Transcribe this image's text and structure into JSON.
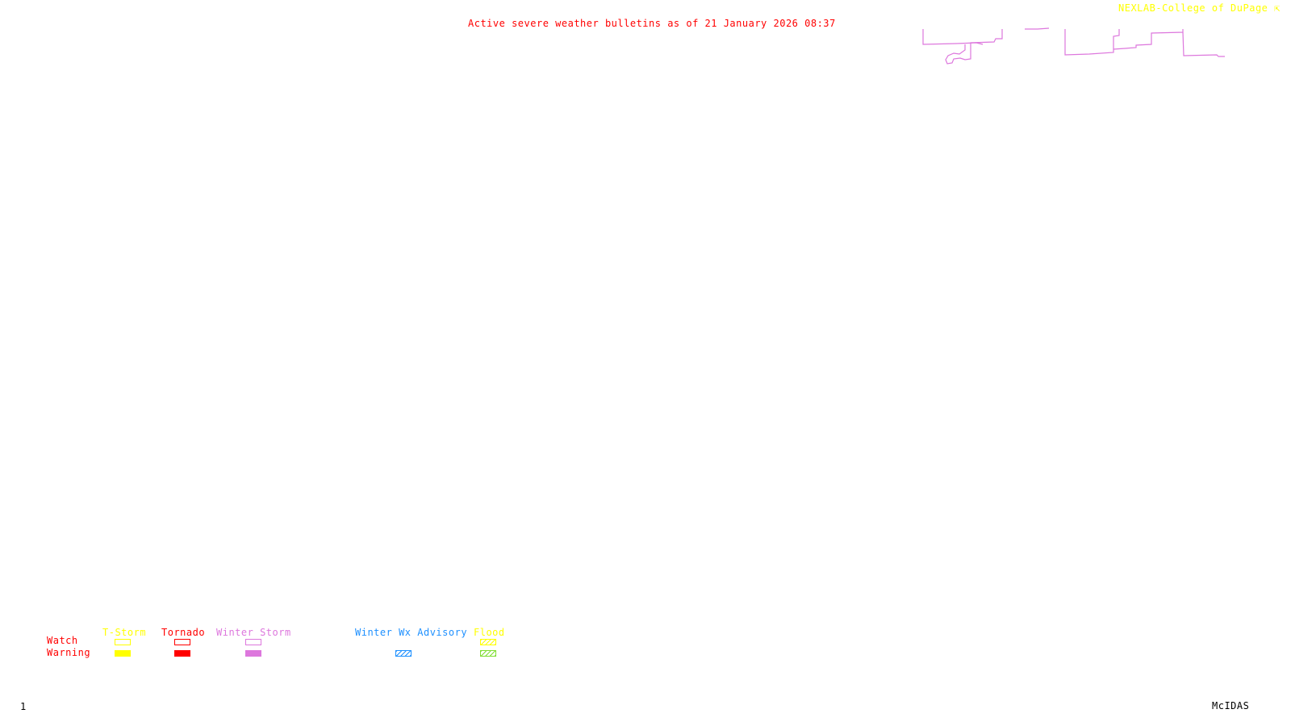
{
  "header": {
    "title": "Active severe weather bulletins as of 21 January 2026 08:37",
    "credit": "NEXLAB-College of DuPage",
    "credit_icon": "cursor-arrow-icon"
  },
  "footer": {
    "frame_number": "1",
    "software": "McIDAS"
  },
  "colors": {
    "title": "#ff0000",
    "credit": "#ffff00",
    "boundary": "#dd77dd",
    "tstorm": "#ffff00",
    "tornado": "#ff0000",
    "winter_storm": "#dd77dd",
    "winter_wx_advisory": "#1e90ff",
    "flood_watch": "#ffff00",
    "flood_warning": "#7fdd33"
  },
  "legend": {
    "row_labels": {
      "watch": "Watch",
      "warning": "Warning"
    },
    "categories": [
      {
        "label": "T-Storm",
        "watch": "outline",
        "warning": "solid"
      },
      {
        "label": "Tornado",
        "watch": "outline",
        "warning": "solid"
      },
      {
        "label": "Winter Storm",
        "watch": "outline",
        "warning": "solid"
      },
      {
        "label": "Winter Wx Advisory",
        "watch": "none",
        "warning": "hatched"
      },
      {
        "label": "Flood",
        "watch": "hatched",
        "warning": "hatched"
      }
    ]
  }
}
